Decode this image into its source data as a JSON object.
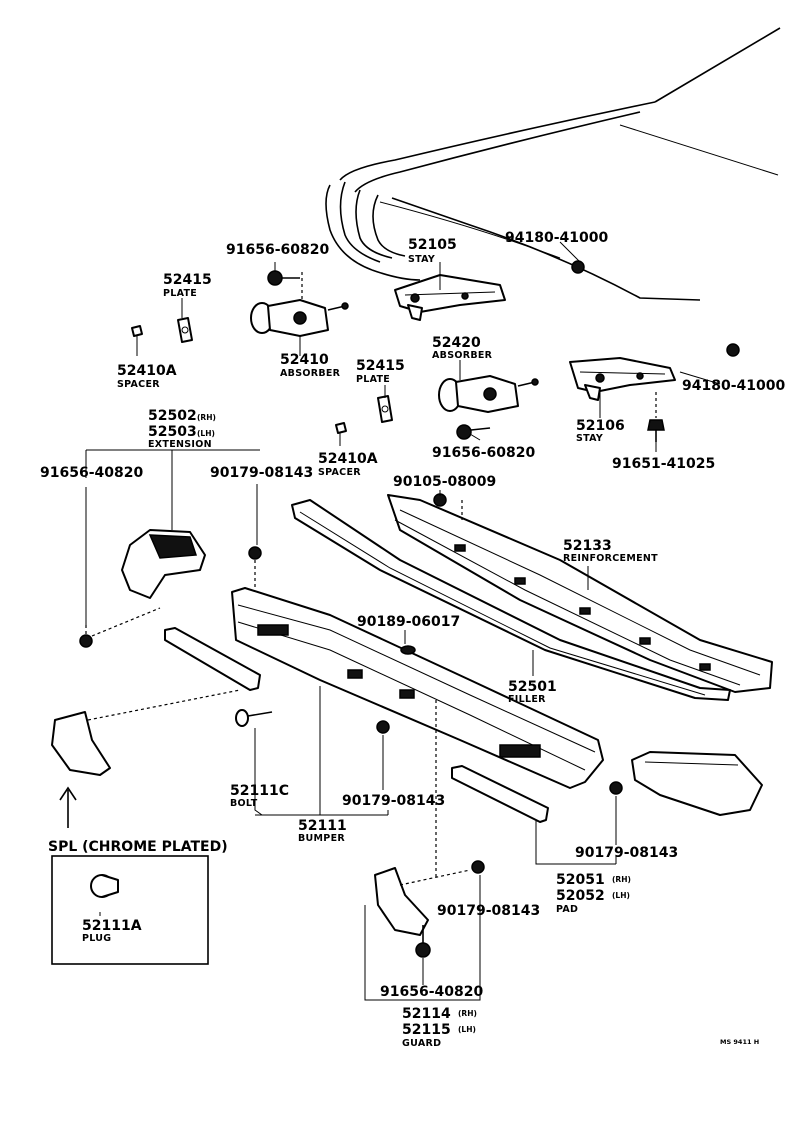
{
  "parts": {
    "p_91656_60820_top": "91656-60820",
    "p_52105": "52105",
    "n_stay_top": "STAY",
    "p_94180_top": "94180-41000",
    "p_52415_left": "52415",
    "n_plate_left": "PLATE",
    "p_52410a_left": "52410A",
    "n_spacer_left": "SPACER",
    "p_52410": "52410",
    "n_absorber_left": "ABSORBER",
    "p_52415_mid": "52415",
    "n_plate_mid": "PLATE",
    "p_52420": "52420",
    "n_absorber_right": "ABSORBER",
    "p_94180_right": "94180-41000",
    "p_52502": "52502",
    "s_rh_ext": "(RH)",
    "p_52503": "52503",
    "s_lh_ext": "(LH)",
    "n_extension": "EXTENSION",
    "p_52410a_mid": "52410A",
    "n_spacer_mid": "SPACER",
    "p_91656_60820_mid": "91656-60820",
    "p_52106": "52106",
    "n_stay_right": "STAY",
    "p_91651_41025": "91651-41025",
    "p_91656_40820_left": "91656-40820",
    "p_90179_08143_a": "90179-08143",
    "p_90105_08009": "90105-08009",
    "p_52133": "52133",
    "n_reinforcement": "REINFORCEMENT",
    "p_90189_06017": "90189-06017",
    "p_52501": "52501",
    "n_filler": "FILLER",
    "p_52111c": "52111C",
    "n_bolt": "BOLT",
    "p_90179_08143_b": "90179-08143",
    "p_52111": "52111",
    "n_bumper": "BUMPER",
    "spl_title": "SPL (CHROME PLATED)",
    "p_52111a": "52111A",
    "n_plug": "PLUG",
    "p_90179_08143_c": "90179-08143",
    "p_52051": "52051",
    "s_rh_pad": "(RH)",
    "p_52052": "52052",
    "s_lh_pad": "(LH)",
    "n_pad": "PAD",
    "p_90179_08143_d": "90179-08143",
    "p_91656_40820_bottom": "91656-40820",
    "p_52114": "52114",
    "s_rh_guard": "(RH)",
    "p_52115": "52115",
    "s_lh_guard": "(LH)",
    "n_guard": "GUARD",
    "ref_code": "MS 9411 H"
  }
}
